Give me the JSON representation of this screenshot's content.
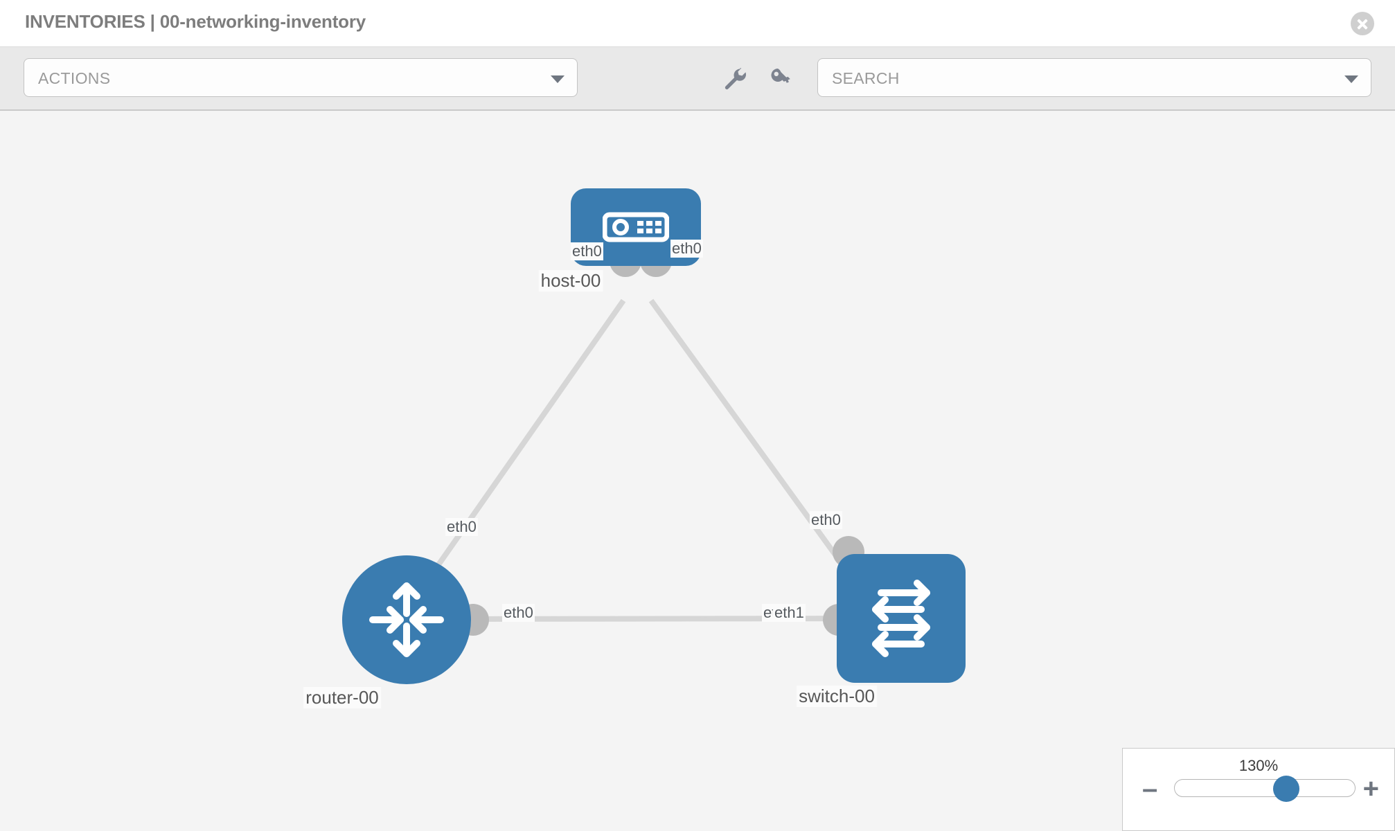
{
  "header": {
    "title": "INVENTORIES | 00-networking-inventory",
    "close_icon": "close-circle-icon"
  },
  "toolbar": {
    "actions_label": "ACTIONS",
    "actions_caret_icon": "chevron-down-icon",
    "search_placeholder": "SEARCH",
    "search_caret_icon": "chevron-down-icon",
    "wrench_icon": "wrench-icon",
    "key_icon": "key-icon"
  },
  "topology": {
    "nodes": [
      {
        "id": "host-00",
        "label": "host-00",
        "icon": "server-device-icon",
        "shape": "rounded-rect",
        "color": "#3a7cb0"
      },
      {
        "id": "router-00",
        "label": "router-00",
        "icon": "router-arrows-icon",
        "shape": "circle",
        "color": "#3a7cb0"
      },
      {
        "id": "switch-00",
        "label": "switch-00",
        "icon": "switch-arrows-icon",
        "shape": "rounded-square",
        "color": "#3a7cb0"
      }
    ],
    "links": [
      {
        "from": "host-00",
        "from_interface": "eth0",
        "to": "router-00",
        "to_interface": "eth0"
      },
      {
        "from": "host-00",
        "from_interface": "eth0",
        "to": "switch-00",
        "to_interface": "eth0"
      },
      {
        "from": "router-00",
        "from_interface": "eth0",
        "to": "switch-00",
        "to_interface": "eth1"
      }
    ],
    "interface_labels": {
      "host_left": "eth0",
      "host_right": "eth0",
      "router_up": "eth0",
      "switch_up": "eth0",
      "router_right": "eth0",
      "switch_left_hidden": "eth",
      "switch_left": "eth1"
    },
    "edge_color": "#d6d6d6",
    "endpoint_color": "#b9b9b9"
  },
  "zoom_control": {
    "value": "130%",
    "minus_label": "–",
    "plus_label": "+",
    "thumb_position_percent": 62
  }
}
